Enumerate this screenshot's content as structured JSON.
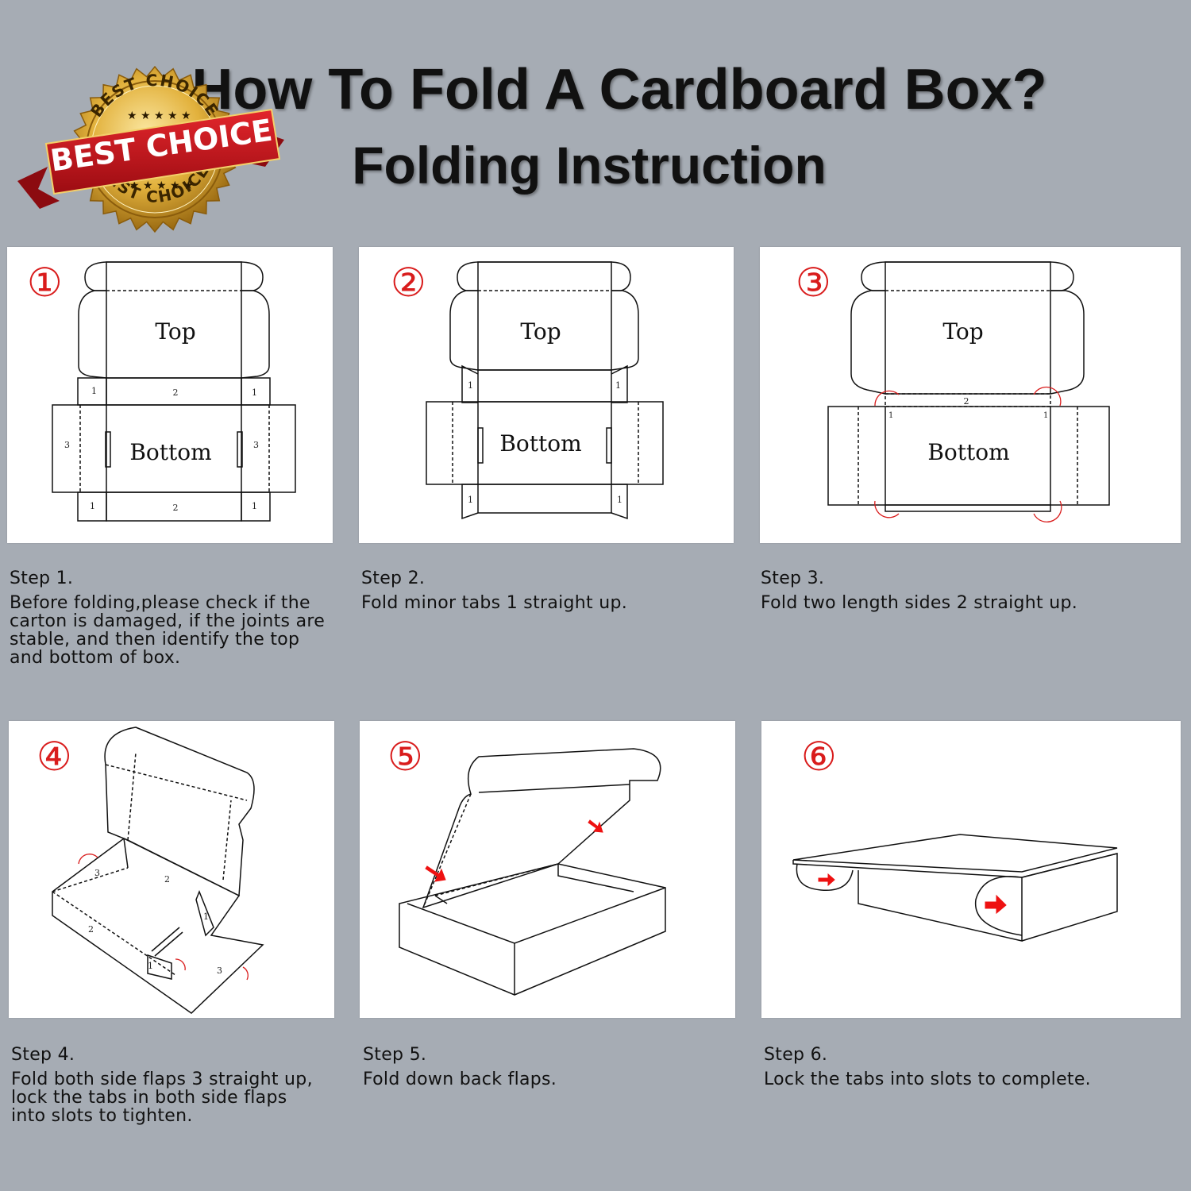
{
  "title": {
    "line1": "How To Fold A Cardboard Box?",
    "line2": "Folding Instruction"
  },
  "badge": {
    "ribbon_text": "BEST CHOICE",
    "arc_top": "BEST CHOICE",
    "arc_bottom": "BEST CHOICE",
    "gold": "#e2b13c",
    "ribbon_red": "#c8141c"
  },
  "accent_color": "#d91c1c",
  "diagram_labels": {
    "top": "Top",
    "bottom": "Bottom",
    "tab1": "1",
    "side2": "2",
    "flap3": "3"
  },
  "steps": [
    {
      "marker": "①",
      "label": "Step 1.",
      "text": "Before folding,please check if the\ncarton is damaged, if the joints are\nstable, and then identify the top\nand bottom of box."
    },
    {
      "marker": "②",
      "label": "Step 2.",
      "text": "Fold minor tabs 1 straight up."
    },
    {
      "marker": "③",
      "label": "Step 3.",
      "text": "Fold two length sides 2 straight up."
    },
    {
      "marker": "④",
      "label": "Step 4.",
      "text": "Fold both side flaps 3 straight up,\nlock the tabs in both side flaps\ninto slots to tighten."
    },
    {
      "marker": "⑤",
      "label": "Step 5.",
      "text": "Fold down back flaps."
    },
    {
      "marker": "⑥",
      "label": "Step 6.",
      "text": "Lock the tabs into slots to complete."
    }
  ]
}
